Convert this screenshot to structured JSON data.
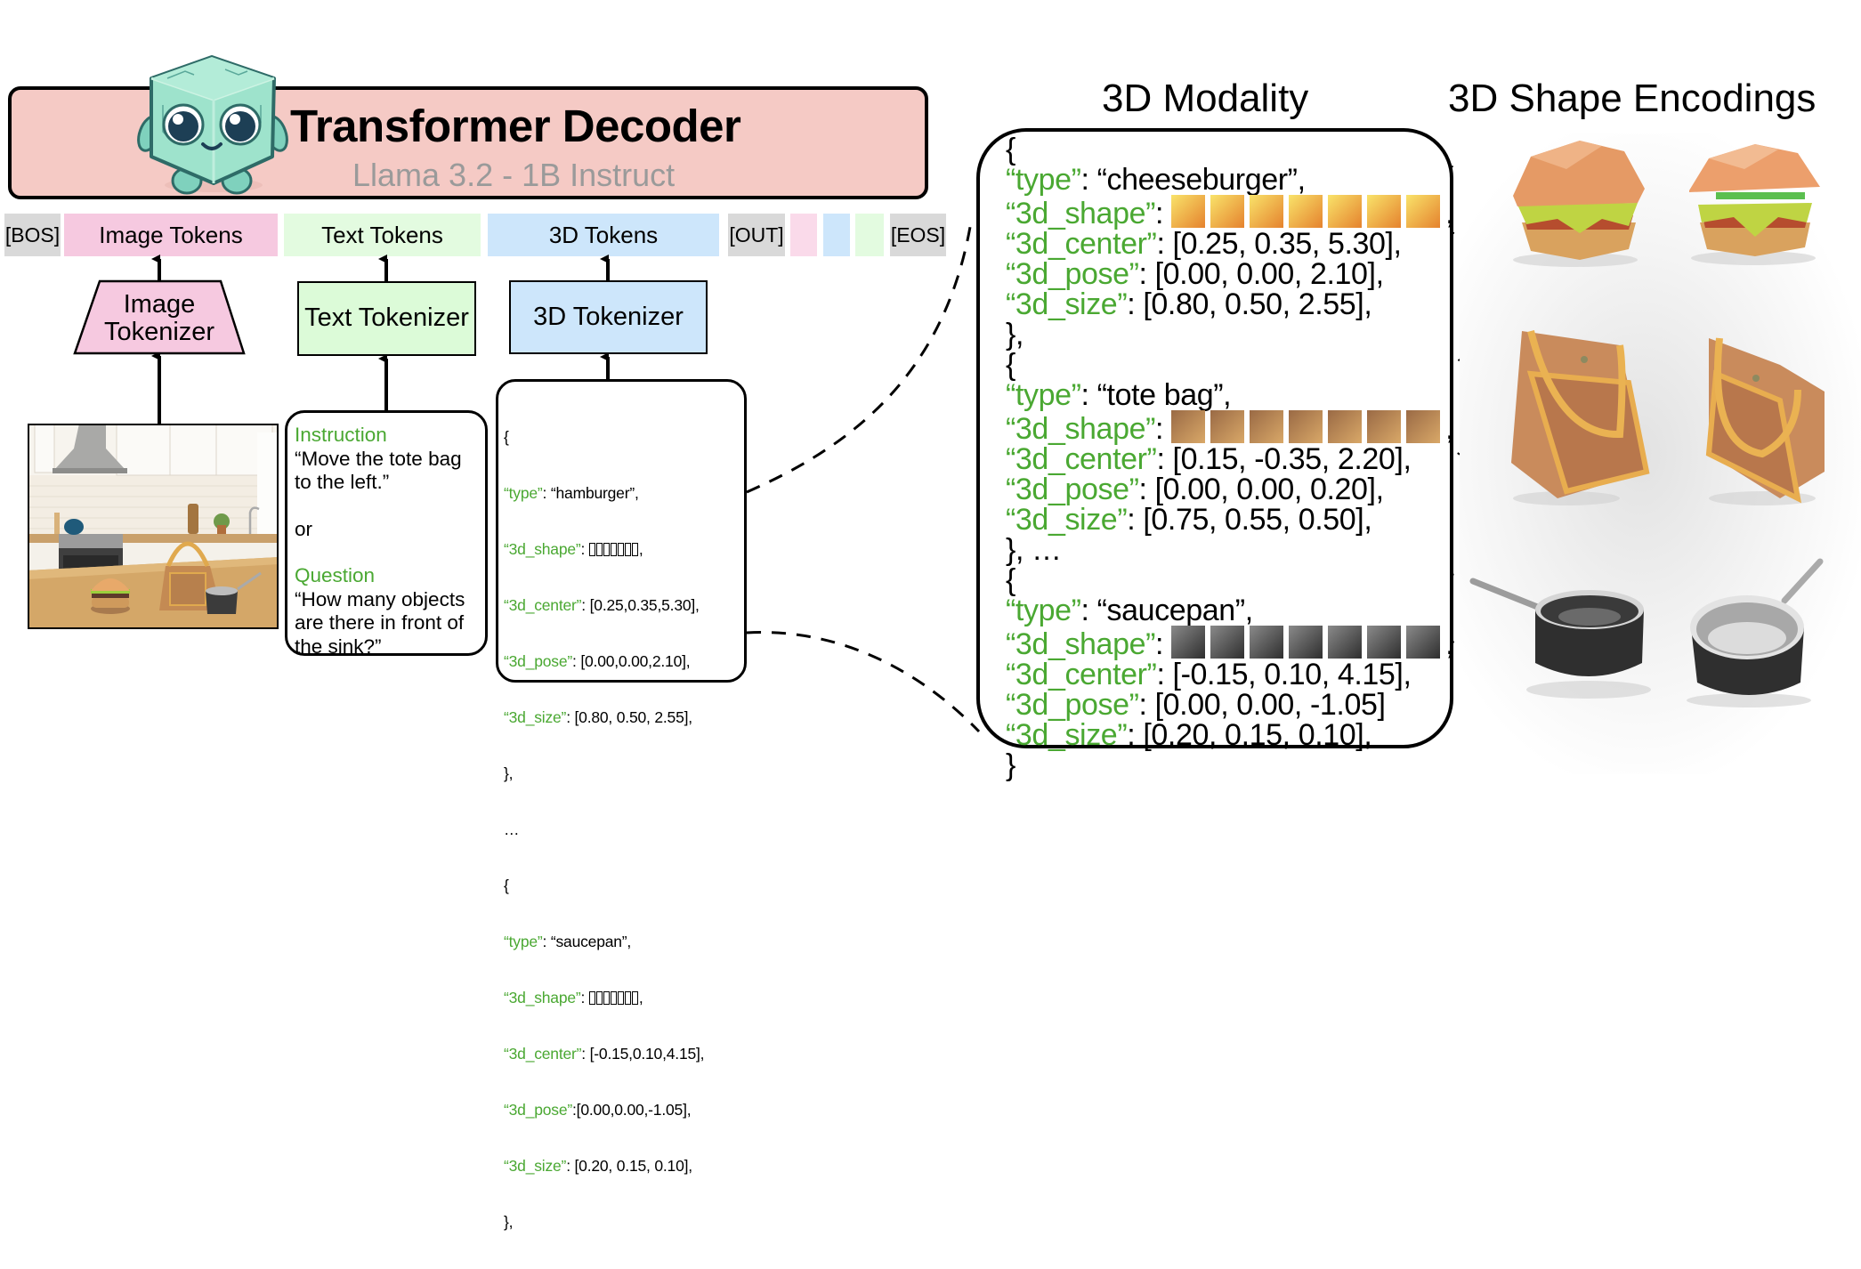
{
  "decoder": {
    "title": "Transformer Decoder",
    "subtitle": "Llama 3.2 - 1B Instruct",
    "mascot_icon": "cube-robot-mascot"
  },
  "tokens": [
    {
      "label": "[BOS]",
      "color": "#d9d9d9"
    },
    {
      "label": "Image Tokens",
      "color": "#f6c9e0"
    },
    {
      "label": "Text Tokens",
      "color": "#e3fbe0"
    },
    {
      "label": "3D Tokens",
      "color": "#cde6fb"
    },
    {
      "label": "[OUT]",
      "color": "#d9d9d9"
    },
    {
      "label": "",
      "color": "#fadaea"
    },
    {
      "label": "",
      "color": "#cde6fb"
    },
    {
      "label": "",
      "color": "#e3fbe0"
    },
    {
      "label": "[EOS]",
      "color": "#d9d9d9"
    }
  ],
  "tokenizers": {
    "image": {
      "line1": "Image",
      "line2": "Tokenizer",
      "color": "#f6c9e0"
    },
    "text": {
      "label": "Text Tokenizer",
      "color": "#dcfbd8"
    },
    "3d": {
      "label": "3D Tokenizer",
      "color": "#cde6fb"
    }
  },
  "input_image": {
    "description": "kitchen scene with cheeseburger, tote bag and saucepan on wooden counter"
  },
  "text_input": {
    "instruction_label": "Instruction",
    "instruction_lines": [
      "“Move the tote bag",
      "to the left.”"
    ],
    "or": "or",
    "question_label": "Question",
    "question_lines": [
      "“How many objects",
      "are there in front of",
      "the sink?”"
    ]
  },
  "small_json": {
    "objects": [
      {
        "open": "{",
        "type_key": "“type”",
        "type_val": ": “hamburger”,",
        "shape_key": "“3d_shape”",
        "shape_val": ":",
        "shape_squares": 7,
        "shape_tail": ",",
        "center_key": "“3d_center”",
        "center_val": ": [0.25,0.35,5.30],",
        "pose_key": "“3d_pose”",
        "pose_val": ": [0.00,0.00,2.10],",
        "size_key": "“3d_size”",
        "size_val": ": [0.80, 0.50, 2.55],",
        "close": "},"
      },
      {
        "open": "{",
        "type_key": "“type”",
        "type_val": ": “saucepan”,",
        "shape_key": "“3d_shape”",
        "shape_val": ":",
        "shape_squares": 7,
        "shape_tail": ",",
        "center_key": "“3d_center”",
        "center_val": ": [-0.15,0.10,4.15],",
        "pose_key": "“3d_pose”",
        "pose_val": ":[0.00,0.00,-1.05],",
        "size_key": "“3d_size”",
        "size_val": ": [0.20, 0.15, 0.10],",
        "close": "},"
      }
    ],
    "ellipsis": "…"
  },
  "modality": {
    "title": "3D Modality",
    "objects": [
      {
        "open": "{",
        "type_key": "“type”",
        "type_val": ": “cheeseburger”,",
        "shape_key": "“3d_shape”",
        "shape_colors": [
          "#f9e36a",
          "#e5822e"
        ],
        "center_key": "“3d_center”",
        "center_val": ": [0.25, 0.35, 5.30],",
        "pose_key": "“3d_pose”",
        "pose_val": ": [0.00, 0.00, 2.10],",
        "size_key": "“3d_size”",
        "size_val": ": [0.80, 0.50, 2.55],",
        "close": "},"
      },
      {
        "open": "{",
        "type_key": "“type”",
        "type_val": ": “tote bag”,",
        "shape_key": "“3d_shape”",
        "shape_colors": [
          "#9a6a45",
          "#d9a868"
        ],
        "center_key": "“3d_center”",
        "center_val": ": [0.15, -0.35, 2.20],",
        "pose_key": "“3d_pose”",
        "pose_val": ": [0.00, 0.00, 0.20],",
        "size_key": "“3d_size”",
        "size_val": ": [0.75, 0.55, 0.50],",
        "close": "}, …"
      },
      {
        "open": "{",
        "type_key": "“type”",
        "type_val": ": “saucepan”,",
        "shape_key": "“3d_shape”",
        "shape_colors": [
          "#8a8a8a",
          "#2e2e2e"
        ],
        "center_key": "“3d_center”",
        "center_val": ": [-0.15, 0.10, 4.15],",
        "pose_key": "“3d_pose”",
        "pose_val": ": [0.00, 0.00, -1.05]",
        "size_key": "“3d_size”",
        "size_val": ": [0.20, 0.15, 0.10],",
        "close": "}"
      }
    ],
    "shape_square_count": 7,
    "shape_tail": ","
  },
  "encodings": {
    "title": "3D Shape Encodings",
    "renders": [
      "cheeseburger-render",
      "tote-bag-render",
      "saucepan-render"
    ]
  }
}
